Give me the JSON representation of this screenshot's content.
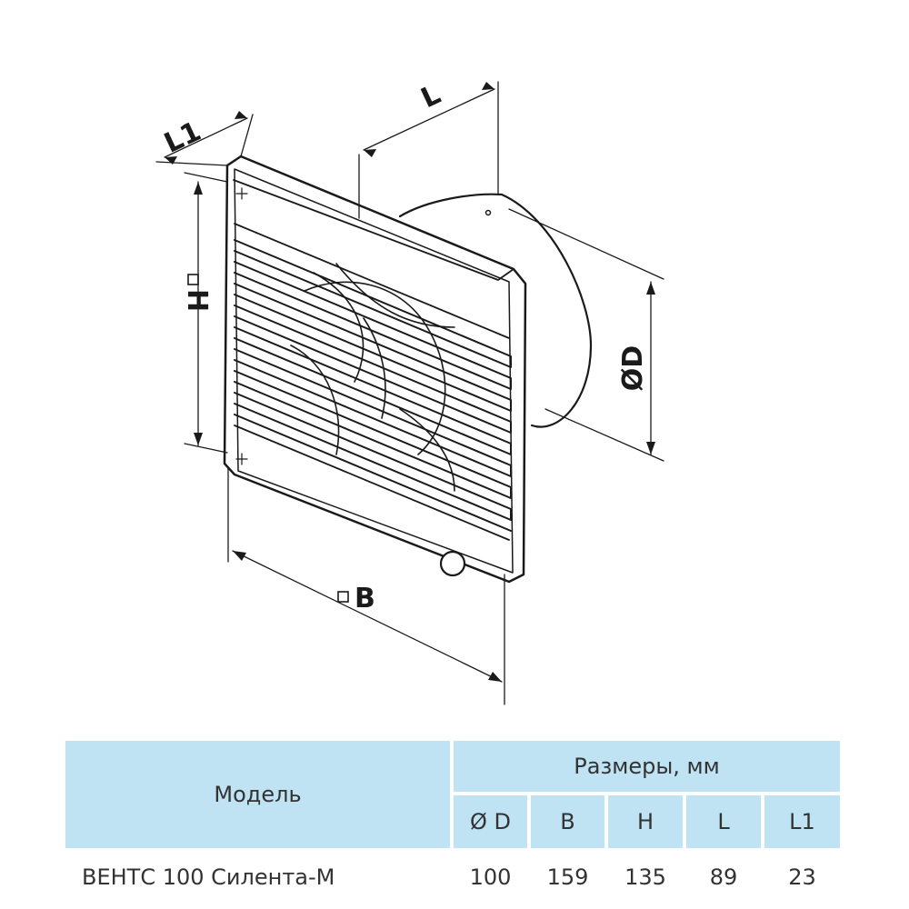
{
  "dimensions": {
    "L1": "L1",
    "L": "L",
    "H": "H",
    "D": "ØD",
    "B": "B"
  },
  "table": {
    "model_header": "Модель",
    "sizes_header": "Размеры, мм",
    "columns": [
      "Ø D",
      "B",
      "H",
      "L",
      "L1"
    ],
    "rows": [
      {
        "model": "ВЕНТС 100 Силента-М",
        "values": [
          "100",
          "159",
          "135",
          "89",
          "23"
        ]
      }
    ]
  },
  "colors": {
    "table_header_bg": "#bfe3f2",
    "line": "#1a1a1a",
    "text": "#333333"
  }
}
